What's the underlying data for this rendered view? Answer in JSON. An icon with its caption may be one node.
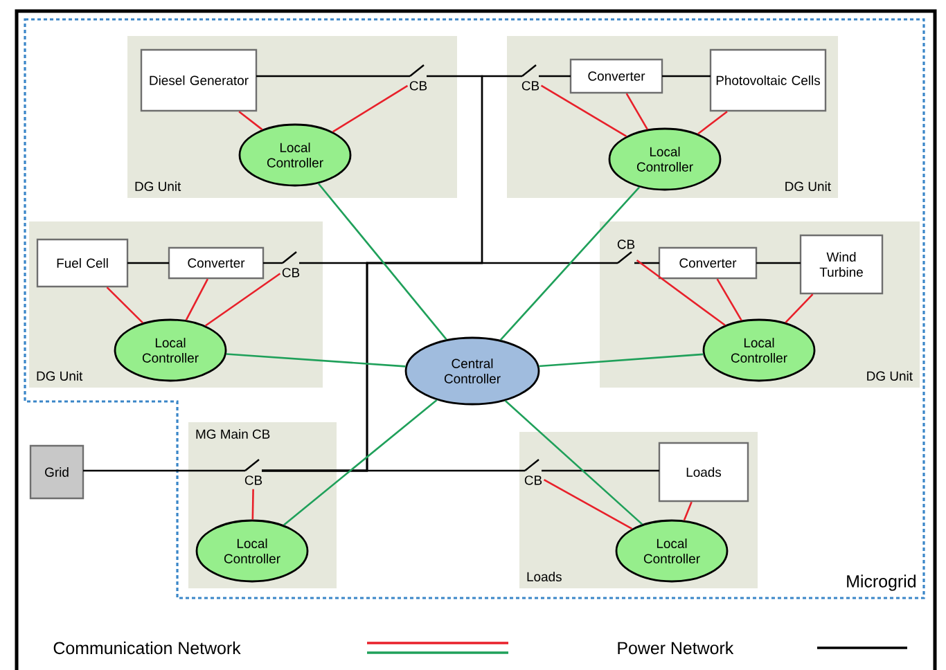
{
  "diagram": {
    "nodes": [
      {
        "text": [
          "Microgrid"
        ]
      },
      {
        "text": [
          "DG Unit"
        ],
        "in": 0
      },
      {
        "text": [
          "Diesel Generator"
        ],
        "in": 1
      },
      {
        "text": [
          "CB"
        ],
        "in": 1
      },
      {
        "text": [
          "Local Controller"
        ],
        "in": 1
      },
      {
        "text": [
          "DG Unit"
        ],
        "in": 0
      },
      {
        "text": [
          "CB"
        ],
        "in": 5
      },
      {
        "text": [
          "Converter"
        ],
        "in": 5
      },
      {
        "text": [
          "Photovoltaic Cells"
        ],
        "in": 5
      },
      {
        "text": [
          "Local Controller"
        ],
        "in": 5
      },
      {
        "text": [
          "DG Unit"
        ],
        "in": 0
      },
      {
        "text": [
          "Fuel Cell"
        ],
        "in": 10
      },
      {
        "text": [
          "Converter"
        ],
        "in": 10
      },
      {
        "text": [
          "CB"
        ],
        "in": 10
      },
      {
        "text": [
          "Local Controller"
        ],
        "in": 10
      },
      {
        "text": [
          "DG Unit"
        ],
        "in": 0
      },
      {
        "text": [
          "CB"
        ],
        "in": 15
      },
      {
        "text": [
          "Converter"
        ],
        "in": 15
      },
      {
        "text": [
          "Wind Turbine"
        ],
        "in": 15
      },
      {
        "text": [
          "Local Controller"
        ],
        "in": 15
      },
      {
        "text": [
          "Central Controller"
        ],
        "in": 0
      },
      {
        "text": [
          "MG Main CB"
        ],
        "in": 0
      },
      {
        "text": [
          "CB"
        ],
        "in": 21
      },
      {
        "text": [
          "Local Controller"
        ],
        "in": 21
      },
      {
        "text": [
          "Loads"
        ],
        "in": 0
      },
      {
        "text": [
          "CB"
        ],
        "in": 24
      },
      {
        "text": [
          "Loads"
        ],
        "in": 24
      },
      {
        "text": [
          "Local Controller"
        ],
        "in": 24
      },
      {
        "text": [
          "Grid"
        ]
      }
    ],
    "edges": [
      {
        "from": 2,
        "to": 3,
        "arrow": "none"
      },
      {
        "from": 6,
        "to": 7,
        "arrow": "none"
      },
      {
        "from": 7,
        "to": 8,
        "arrow": "none"
      },
      {
        "from": 11,
        "to": 12,
        "arrow": "none"
      },
      {
        "from": 12,
        "to": 13,
        "arrow": "none"
      },
      {
        "from": 16,
        "to": 17,
        "arrow": "none"
      },
      {
        "from": 17,
        "to": 18,
        "arrow": "none"
      },
      {
        "from": 28,
        "to": 22,
        "arrow": "none"
      },
      {
        "from": 25,
        "to": 26,
        "arrow": "none"
      },
      {
        "from": 22,
        "to": 3,
        "arrow": "none"
      },
      {
        "from": 22,
        "to": 6,
        "arrow": "none"
      },
      {
        "from": 22,
        "to": 13,
        "arrow": "none"
      },
      {
        "from": 22,
        "to": 16,
        "arrow": "none"
      },
      {
        "from": 22,
        "to": 25,
        "arrow": "none"
      },
      {
        "from": 4,
        "to": 2,
        "arrow": "none",
        "color": "#e8202a"
      },
      {
        "from": 4,
        "to": 3,
        "arrow": "none",
        "color": "#e8202a"
      },
      {
        "from": 9,
        "to": 6,
        "arrow": "none",
        "color": "#e8202a"
      },
      {
        "from": 9,
        "to": 7,
        "arrow": "none",
        "color": "#e8202a"
      },
      {
        "from": 9,
        "to": 8,
        "arrow": "none",
        "color": "#e8202a"
      },
      {
        "from": 14,
        "to": 11,
        "arrow": "none",
        "color": "#e8202a"
      },
      {
        "from": 14,
        "to": 12,
        "arrow": "none",
        "color": "#e8202a"
      },
      {
        "from": 14,
        "to": 13,
        "arrow": "none",
        "color": "#e8202a"
      },
      {
        "from": 19,
        "to": 16,
        "arrow": "none",
        "color": "#e8202a"
      },
      {
        "from": 19,
        "to": 17,
        "arrow": "none",
        "color": "#e8202a"
      },
      {
        "from": 19,
        "to": 18,
        "arrow": "none",
        "color": "#e8202a"
      },
      {
        "from": 23,
        "to": 22,
        "arrow": "none",
        "color": "#e8202a"
      },
      {
        "from": 27,
        "to": 25,
        "arrow": "none",
        "color": "#e8202a"
      },
      {
        "from": 27,
        "to": 26,
        "arrow": "none",
        "color": "#e8202a"
      },
      {
        "from": 4,
        "to": 20,
        "arrow": "none",
        "color": "#1fa05a"
      },
      {
        "from": 9,
        "to": 20,
        "arrow": "none",
        "color": "#1fa05a"
      },
      {
        "from": 14,
        "to": 20,
        "arrow": "none",
        "color": "#1fa05a"
      },
      {
        "from": 19,
        "to": 20,
        "arrow": "none",
        "color": "#1fa05a"
      },
      {
        "from": 23,
        "to": 20,
        "arrow": "none",
        "color": "#1fa05a"
      },
      {
        "from": 27,
        "to": 20,
        "arrow": "none",
        "color": "#1fa05a"
      }
    ],
    "legend": [
      {
        "text": "Communication Network"
      },
      {
        "text": "Power Network"
      }
    ]
  }
}
